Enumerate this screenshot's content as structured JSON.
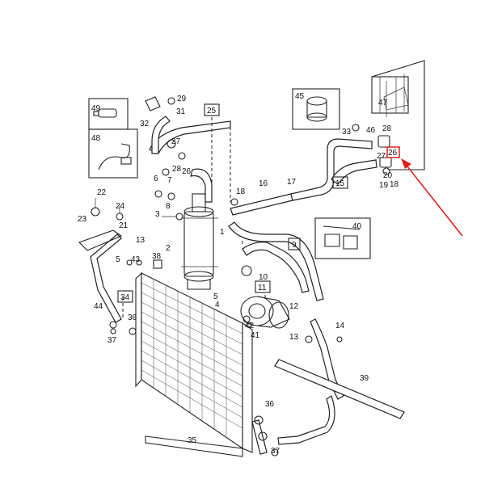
{
  "diagram": {
    "labels": {
      "l1": "1",
      "l2": "2",
      "l3": "3",
      "l4": "4",
      "l5a": "5",
      "l5b": "5",
      "l6": "6",
      "l7": "7",
      "l8": "8",
      "l9": "9",
      "l10": "10",
      "l11": "11",
      "l12": "12",
      "l13a": "13",
      "l13b": "13",
      "l14": "14",
      "l15": "15",
      "l16": "16",
      "l17": "17",
      "l18a": "18",
      "l18b": "18",
      "l19": "19",
      "l20": "20",
      "l21": "21",
      "l22": "22",
      "l23": "23",
      "l24": "24",
      "l25": "25",
      "l26a": "26",
      "l26b": "26",
      "l27a": "27",
      "l27b": "27",
      "l28a": "28",
      "l28b": "28",
      "l29": "29",
      "l31": "31",
      "l32": "32",
      "l33": "33",
      "l34": "34",
      "l35": "35",
      "l36a": "36",
      "l36b": "36",
      "l37a": "37",
      "l37b": "37",
      "l38": "38",
      "l39": "39",
      "l40": "40",
      "l41": "41",
      "l42": "42",
      "l43": "43",
      "l44": "44",
      "l45": "45",
      "l46": "46",
      "l47": "47",
      "l48": "48",
      "l49": "49"
    },
    "highlight_color": "#e02020"
  }
}
